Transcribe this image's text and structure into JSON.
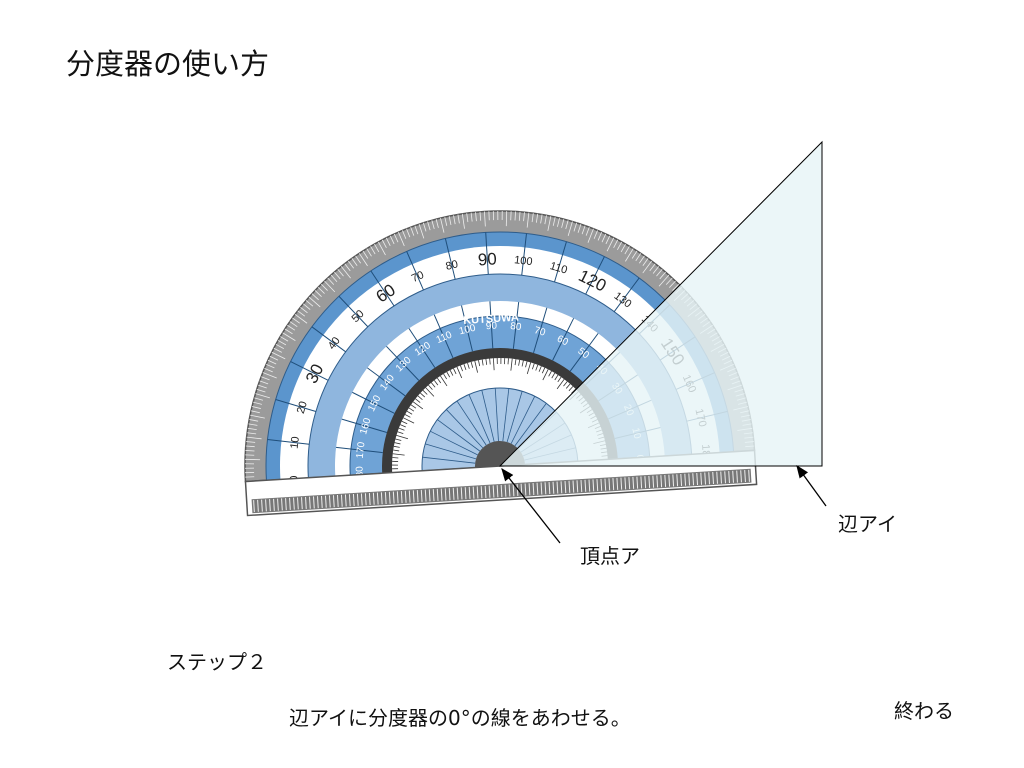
{
  "slide": {
    "title": "分度器の使い方",
    "step": "ステップ２",
    "instruction": "辺アイに分度器の0°の線をあわせる。",
    "end_button": "終わる"
  },
  "labels": {
    "vertex": "頂点ア",
    "side": "辺アイ"
  },
  "protractor": {
    "brand": "KUTSUWA",
    "outer_scale": [
      "0",
      "10",
      "20",
      "30",
      "40",
      "50",
      "60",
      "70",
      "80",
      "90",
      "100",
      "110",
      "120",
      "130",
      "140",
      "150",
      "160",
      "170",
      "180"
    ],
    "inner_scale": [
      "180",
      "170",
      "160",
      "150",
      "140",
      "130",
      "120",
      "110",
      "100",
      "90",
      "80",
      "70",
      "60",
      "50",
      "40",
      "30",
      "20",
      "10",
      "0"
    ]
  },
  "colors": {
    "protractor_blue": "#5b95cd",
    "protractor_light_blue": "#a9c7e6",
    "rim_gray": "#8c8c8c",
    "triangle_fill": "#e6f4f6"
  }
}
